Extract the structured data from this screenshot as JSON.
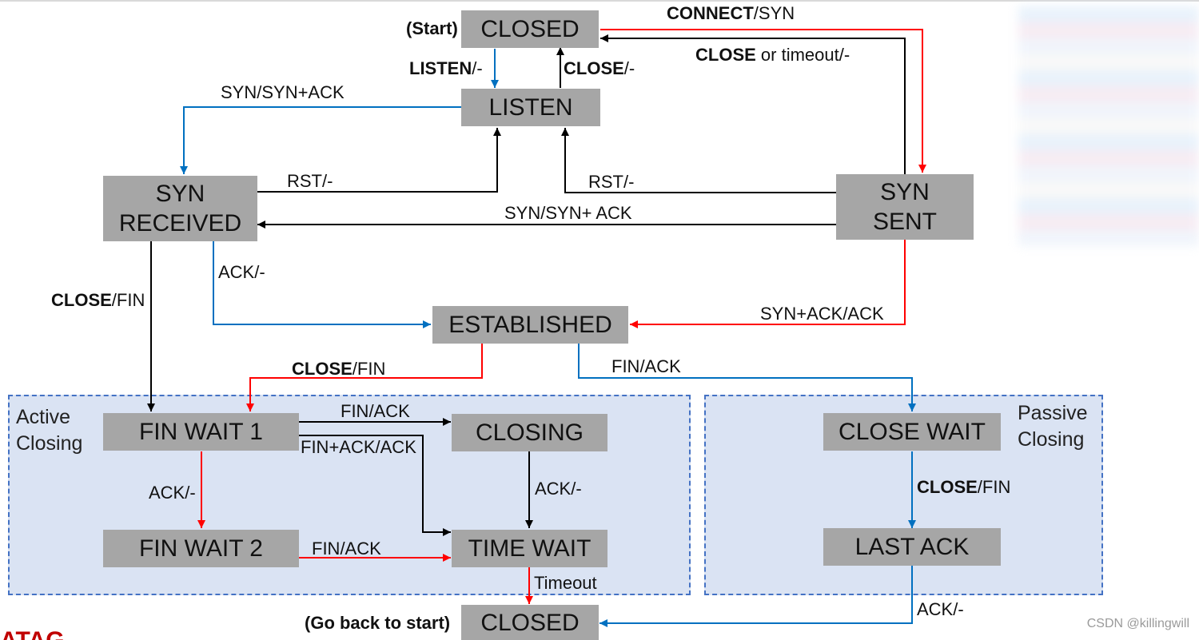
{
  "states": {
    "closed_top": "CLOSED",
    "listen": "LISTEN",
    "syn_received": "SYN\nRECEIVED",
    "syn_sent": "SYN\nSENT",
    "established": "ESTABLISHED",
    "fin_wait_1": "FIN WAIT 1",
    "fin_wait_2": "FIN WAIT 2",
    "closing": "CLOSING",
    "time_wait": "TIME WAIT",
    "close_wait": "CLOSE WAIT",
    "last_ack": "LAST ACK",
    "closed_bottom": "CLOSED"
  },
  "regions": {
    "active": "Active\nClosing",
    "passive": "Passive\nClosing"
  },
  "annotations": {
    "start": "(Start)",
    "go_back": "(Go back to start)"
  },
  "transitions": {
    "connect": {
      "bold": "CONNECT",
      "rest": "/SYN"
    },
    "close_timeout": {
      "bold": "CLOSE",
      "rest": " or timeout/-"
    },
    "listen": {
      "bold": "LISTEN",
      "rest": "/-"
    },
    "close_listen": {
      "bold": "CLOSE",
      "rest": "/-"
    },
    "syn_synack": {
      "bold": "",
      "rest": "SYN/SYN+ACK"
    },
    "rst_left": {
      "bold": "",
      "rest": "RST/-"
    },
    "rst_right": {
      "bold": "",
      "rest": "RST/-"
    },
    "syn_synack_2": {
      "bold": "",
      "rest": "SYN/SYN+ ACK"
    },
    "ack_synrcvd": {
      "bold": "",
      "rest": "ACK/-"
    },
    "close_fin_synrcvd": {
      "bold": "CLOSE",
      "rest": "/FIN"
    },
    "synack_ack": {
      "bold": "",
      "rest": "SYN+ACK/ACK"
    },
    "close_fin_est": {
      "bold": "CLOSE",
      "rest": "/FIN"
    },
    "fin_ack_est": {
      "bold": "",
      "rest": "FIN/ACK"
    },
    "fin_ack_fw1": {
      "bold": "",
      "rest": "FIN/ACK"
    },
    "finack_ack": {
      "bold": "",
      "rest": "FIN+ACK/ACK"
    },
    "ack_fw1": {
      "bold": "",
      "rest": "ACK/-"
    },
    "ack_closing": {
      "bold": "",
      "rest": "ACK/-"
    },
    "fin_ack_fw2": {
      "bold": "",
      "rest": "FIN/ACK"
    },
    "timeout": {
      "bold": "",
      "rest": "Timeout"
    },
    "close_fin_cw": {
      "bold": "CLOSE",
      "rest": "/FIN"
    },
    "ack_lastack": {
      "bold": "",
      "rest": "ACK/-"
    }
  },
  "colors": {
    "state_fill": "#a6a6a6",
    "region_fill": "#dae3f3",
    "region_border": "#4472c4",
    "arrow_black": "#000000",
    "arrow_blue": "#0070c0",
    "arrow_red": "#ff0000"
  },
  "watermark": "CSDN @killingwill",
  "logo_text": "ATAG"
}
